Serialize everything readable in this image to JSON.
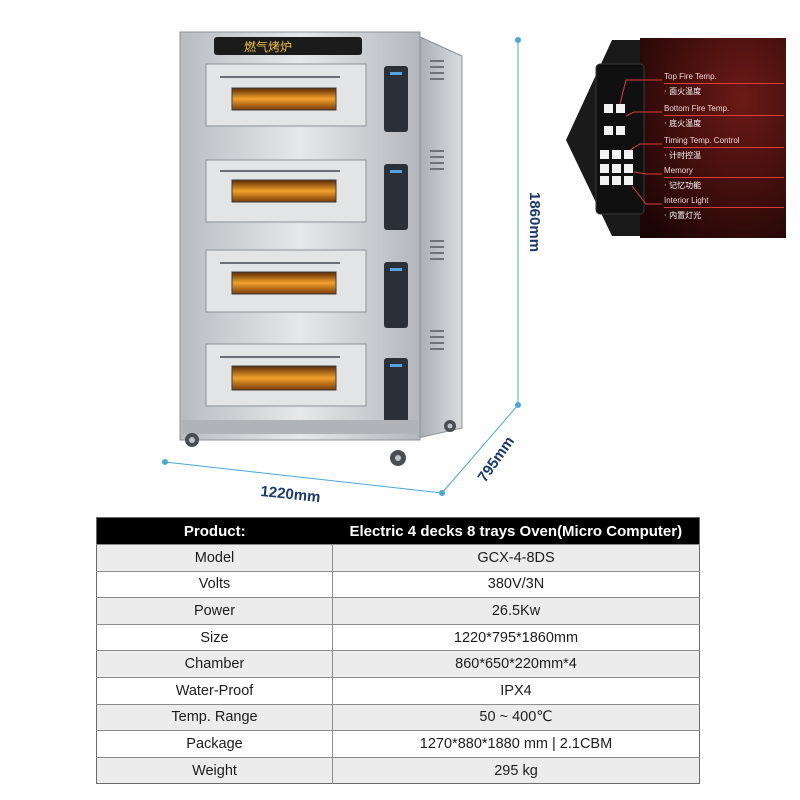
{
  "oven": {
    "brand_sign": "燃气烤炉"
  },
  "dimensions": {
    "height": "1860mm",
    "width": "1220mm",
    "depth": "795mm"
  },
  "control_panel": {
    "features": [
      {
        "en": "Top Fire Temp.",
        "zh": "· 面火温度"
      },
      {
        "en": "Bottom Fire Temp.",
        "zh": "· 底火温度"
      },
      {
        "en": "Timing Temp. Control",
        "zh": "· 计时控温"
      },
      {
        "en": "Memory",
        "zh": "· 记忆功能"
      },
      {
        "en": "Interior Light",
        "zh": "· 内置灯光"
      }
    ]
  },
  "spec": {
    "header": {
      "label": "Product:",
      "value": "Electric 4 decks 8 trays Oven(Micro Computer)"
    },
    "rows": [
      {
        "label": "Model",
        "value": "GCX-4-8DS"
      },
      {
        "label": "Volts",
        "value": "380V/3N"
      },
      {
        "label": "Power",
        "value": "26.5Kw"
      },
      {
        "label": "Size",
        "value": "1220*795*1860mm"
      },
      {
        "label": "Chamber",
        "value": "860*650*220mm*4"
      },
      {
        "label": "Water-Proof",
        "value": "IPX4"
      },
      {
        "label": "Temp. Range",
        "value": "50 ~ 400℃"
      },
      {
        "label": "Package",
        "value": "1270*880*1880 mm | 2.1CBM"
      },
      {
        "label": "Weight",
        "value": "295 kg"
      }
    ]
  },
  "colors": {
    "dimension_lines": "#4aa8d8",
    "dimension_text": "#1b3a6b",
    "steel": "#c9ccd0",
    "panel_bg": "#3a0c0c",
    "panel_accent": "#e03a3a"
  }
}
